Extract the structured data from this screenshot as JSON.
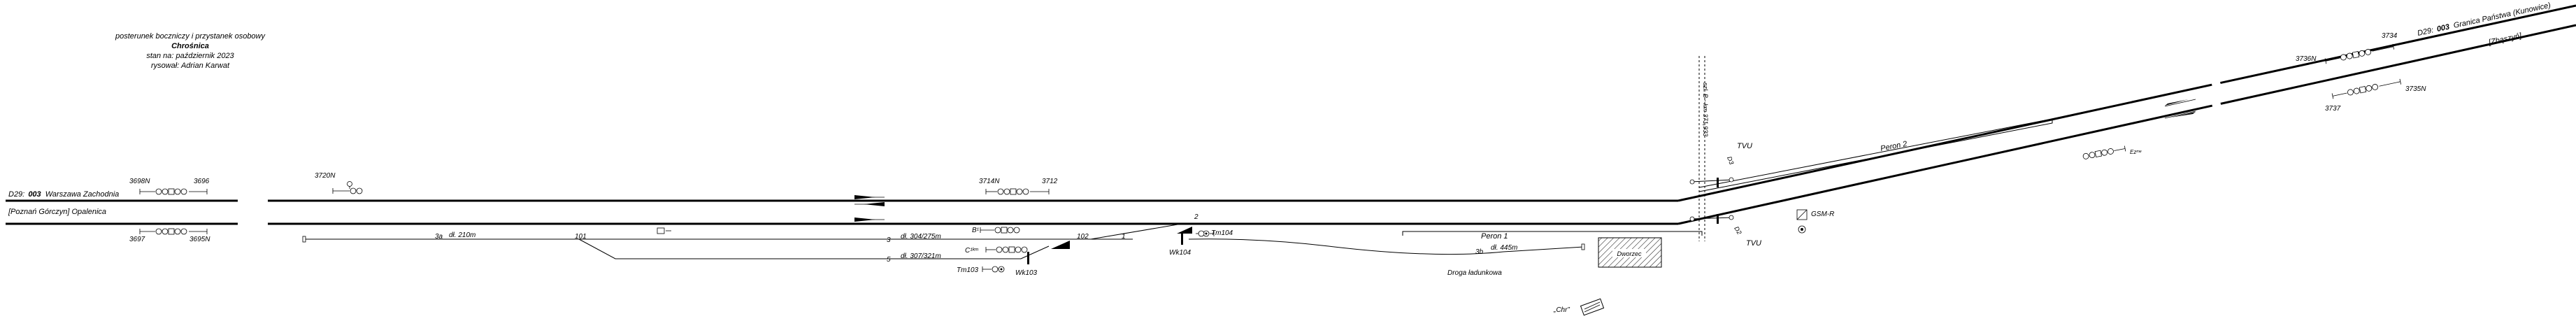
{
  "header": {
    "line1": "posterunek boczniczy i przystanek osobowy",
    "line2": "Chrośnica",
    "line3": "stan na: październik 2023",
    "line4": "rysował: Adrian Karwat"
  },
  "left": {
    "top_prefix": "D29:",
    "top_num": "003",
    "top_dest": "Warszawa Zachodnia",
    "bottom_label": "[Poznań Górczyn] Opalenica",
    "sig_3698N": "3698N",
    "sig_3696": "3696",
    "sig_3697": "3697",
    "sig_3695N": "3695N",
    "sig_3720N": "3720N"
  },
  "right": {
    "top_prefix": "D29:",
    "top_num": "003",
    "top_dest": "Granica Państwa (Kunowice)",
    "bottom_label": "[Zbąszyń]",
    "sig_3736N": "3736N",
    "sig_3734": "3734",
    "sig_3737": "3737",
    "sig_3735N": "3735N"
  },
  "middle": {
    "sig_3714N": "3714N",
    "sig_3712": "3712",
    "B1": "B¹",
    "C1km": "C¹ᵏᵐ",
    "Tm103": "Tm103",
    "Wk103": "Wk103",
    "Tm104": "Tm104",
    "Wk104": "Wk104",
    "sw101": "101",
    "sw102": "102",
    "sw1": "1",
    "sw2": "2",
    "track3a": "3a",
    "track3a_len": "dł. 210m",
    "track3": "3",
    "track3_len": "dł. 304/275m",
    "track5": "5",
    "track5_len": "dł. 307/321m",
    "track3b": "3b",
    "track3b_len": "dł. 445m",
    "droga": "Droga ładunkowa",
    "peron1": "Peron 1",
    "peron2": "Peron 2",
    "dworzec": "Dworzec",
    "km": "szl. B - km 371,933",
    "tvu_top": "TVU",
    "tvu_bottom": "TVU",
    "gsmr": "GSM-R",
    "chr": "„Chr”",
    "d3": "D3",
    "d2": "D2",
    "ez": "Ezᵐᵉ"
  },
  "colors": {
    "line": "#000000",
    "background": "#ffffff",
    "station": "#ffffff"
  }
}
